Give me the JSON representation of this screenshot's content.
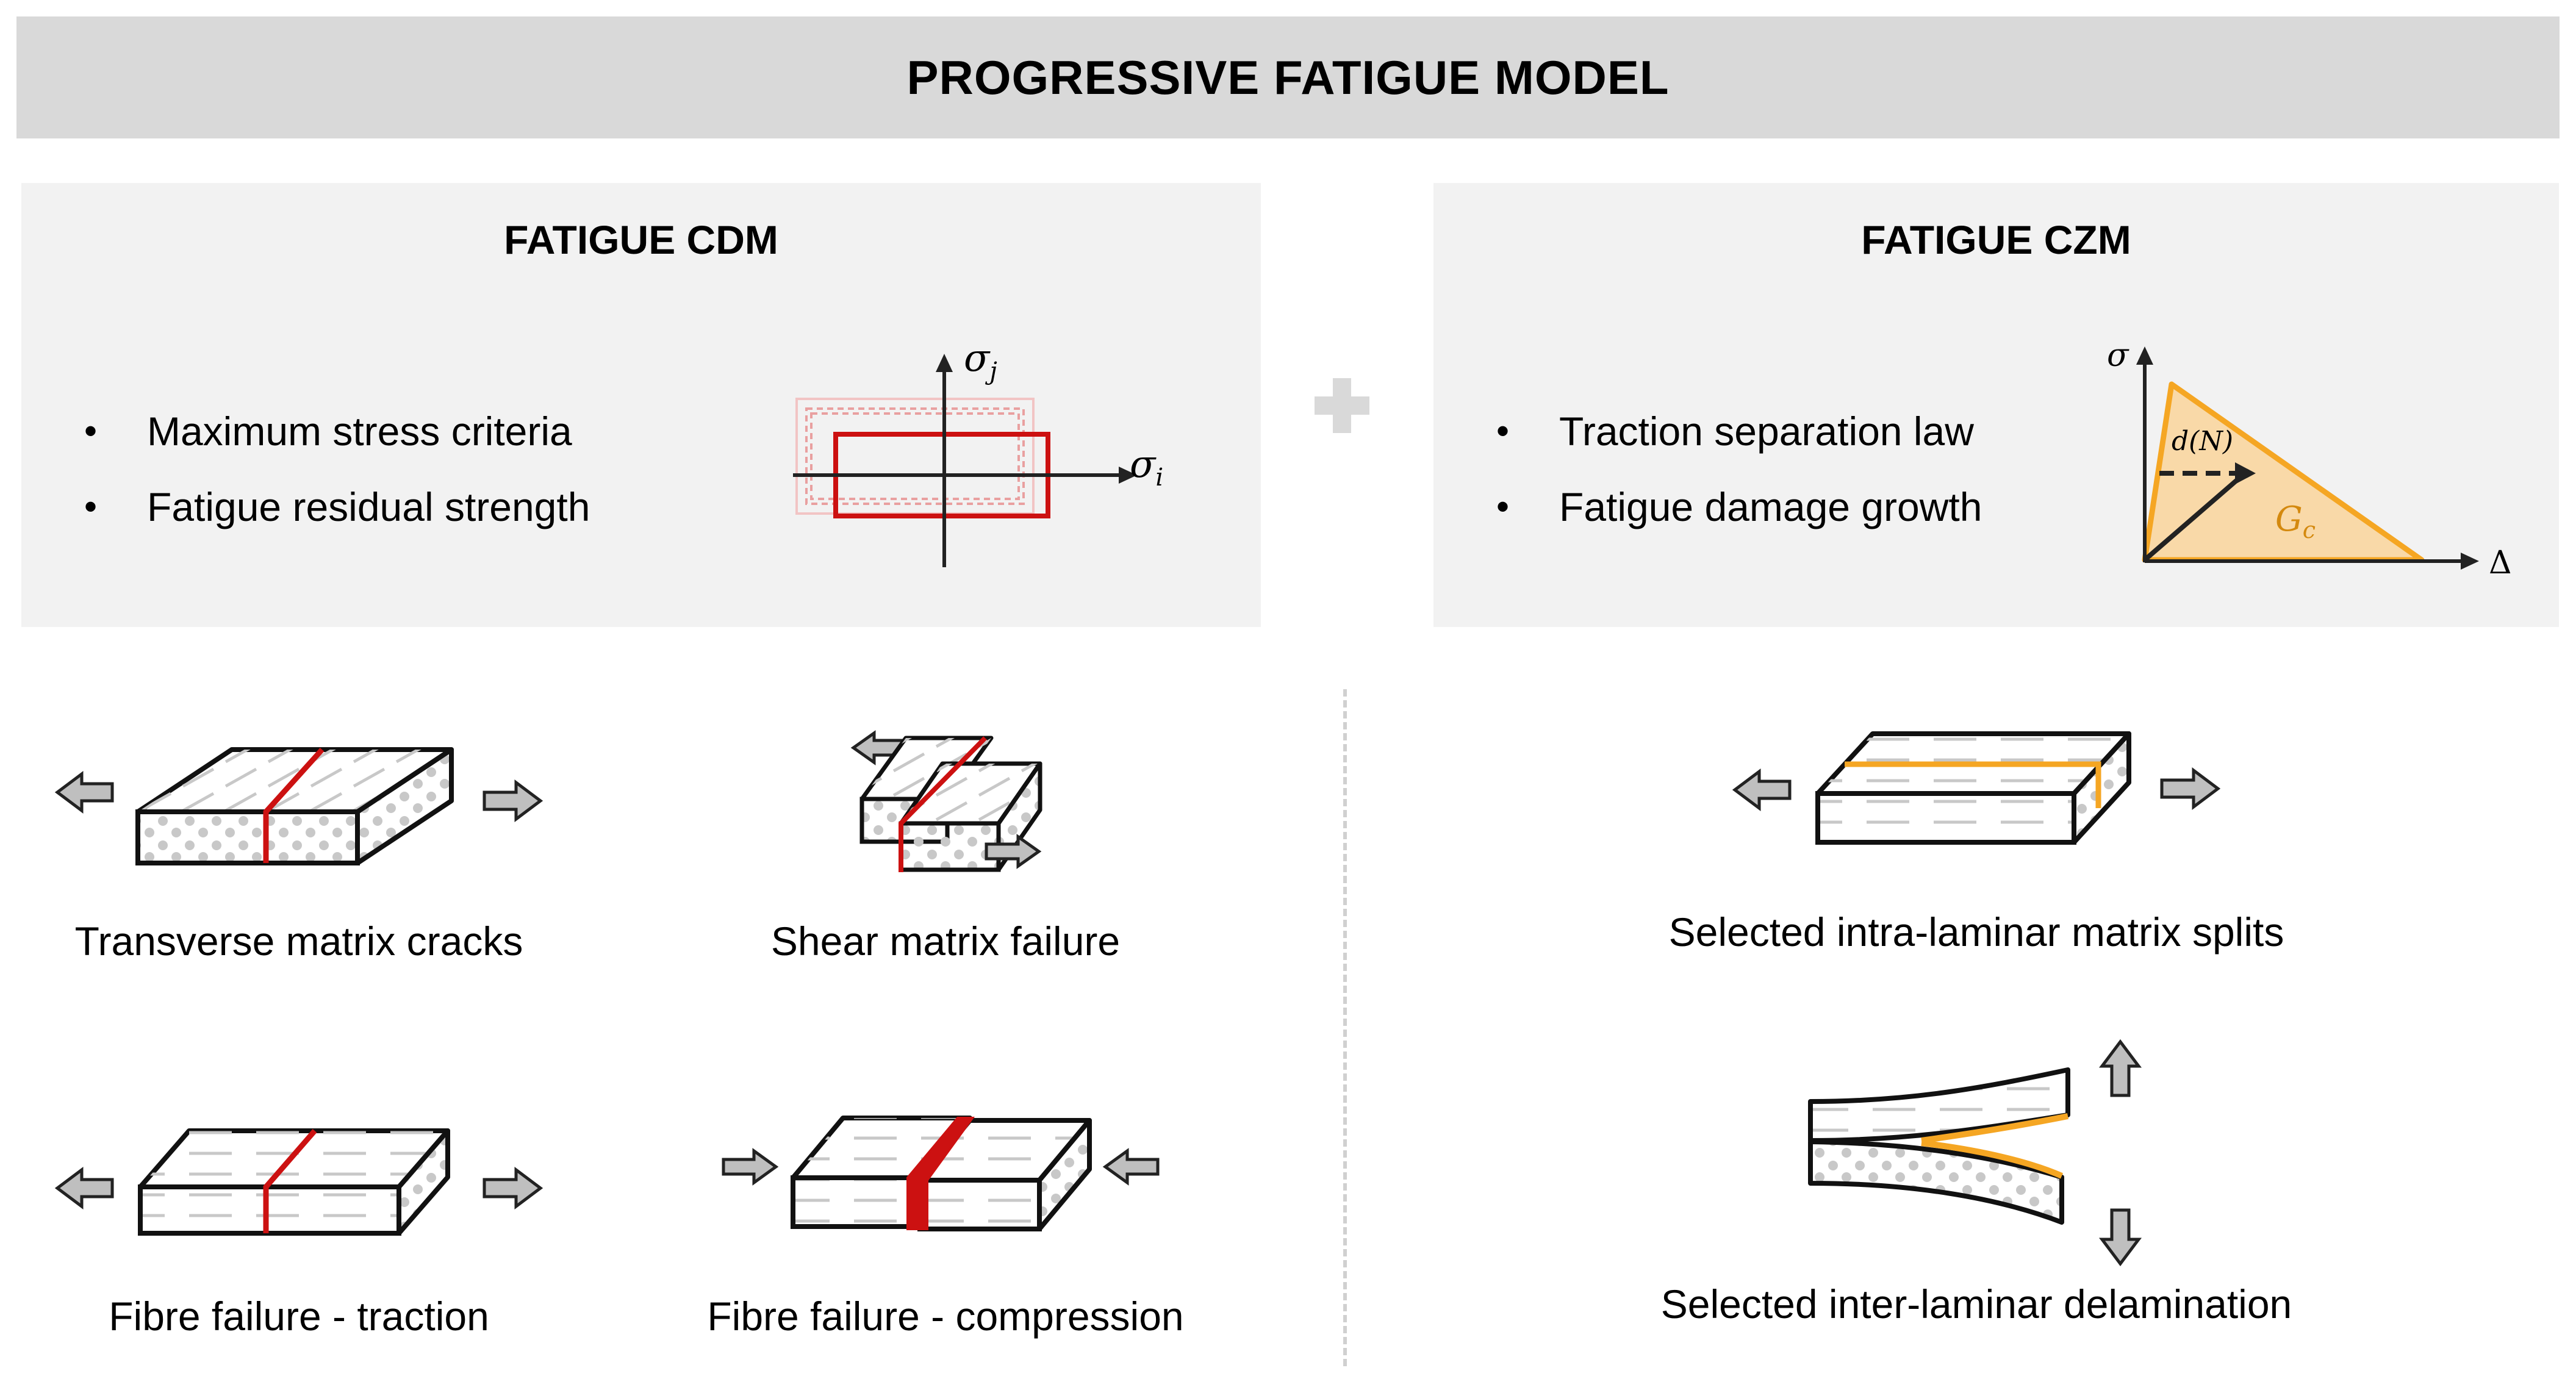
{
  "title": "PROGRESSIVE FATIGUE MODEL",
  "cdm": {
    "title": "FATIGUE CDM",
    "bullets": [
      "Maximum stress criteria",
      "Fatigue residual strength"
    ],
    "axis_x": "σ",
    "axis_x_sub": "i",
    "axis_y": "σ",
    "axis_y_sub": "j"
  },
  "czm": {
    "title": "FATIGUE CZM",
    "bullets": [
      "Traction separation law",
      "Fatigue damage growth"
    ],
    "axis_y": "σ",
    "axis_x": "Δ",
    "damage_label": "d(N)",
    "energy_label": "G",
    "energy_sub": "c"
  },
  "modes_cdm": [
    "Transverse matrix cracks",
    "Shear matrix failure",
    "Fibre failure - traction",
    "Fibre failure - compression"
  ],
  "modes_czm": [
    "Selected intra-laminar matrix splits",
    "Selected inter-laminar delamination"
  ],
  "colors": {
    "banner": "#d9d9d9",
    "panel": "#f2f2f2",
    "cdm_crack": "#cc1111",
    "czm_crack": "#f5a623",
    "czm_fill": "#f9d9a8",
    "arrow_fill": "#bfbfbf"
  }
}
